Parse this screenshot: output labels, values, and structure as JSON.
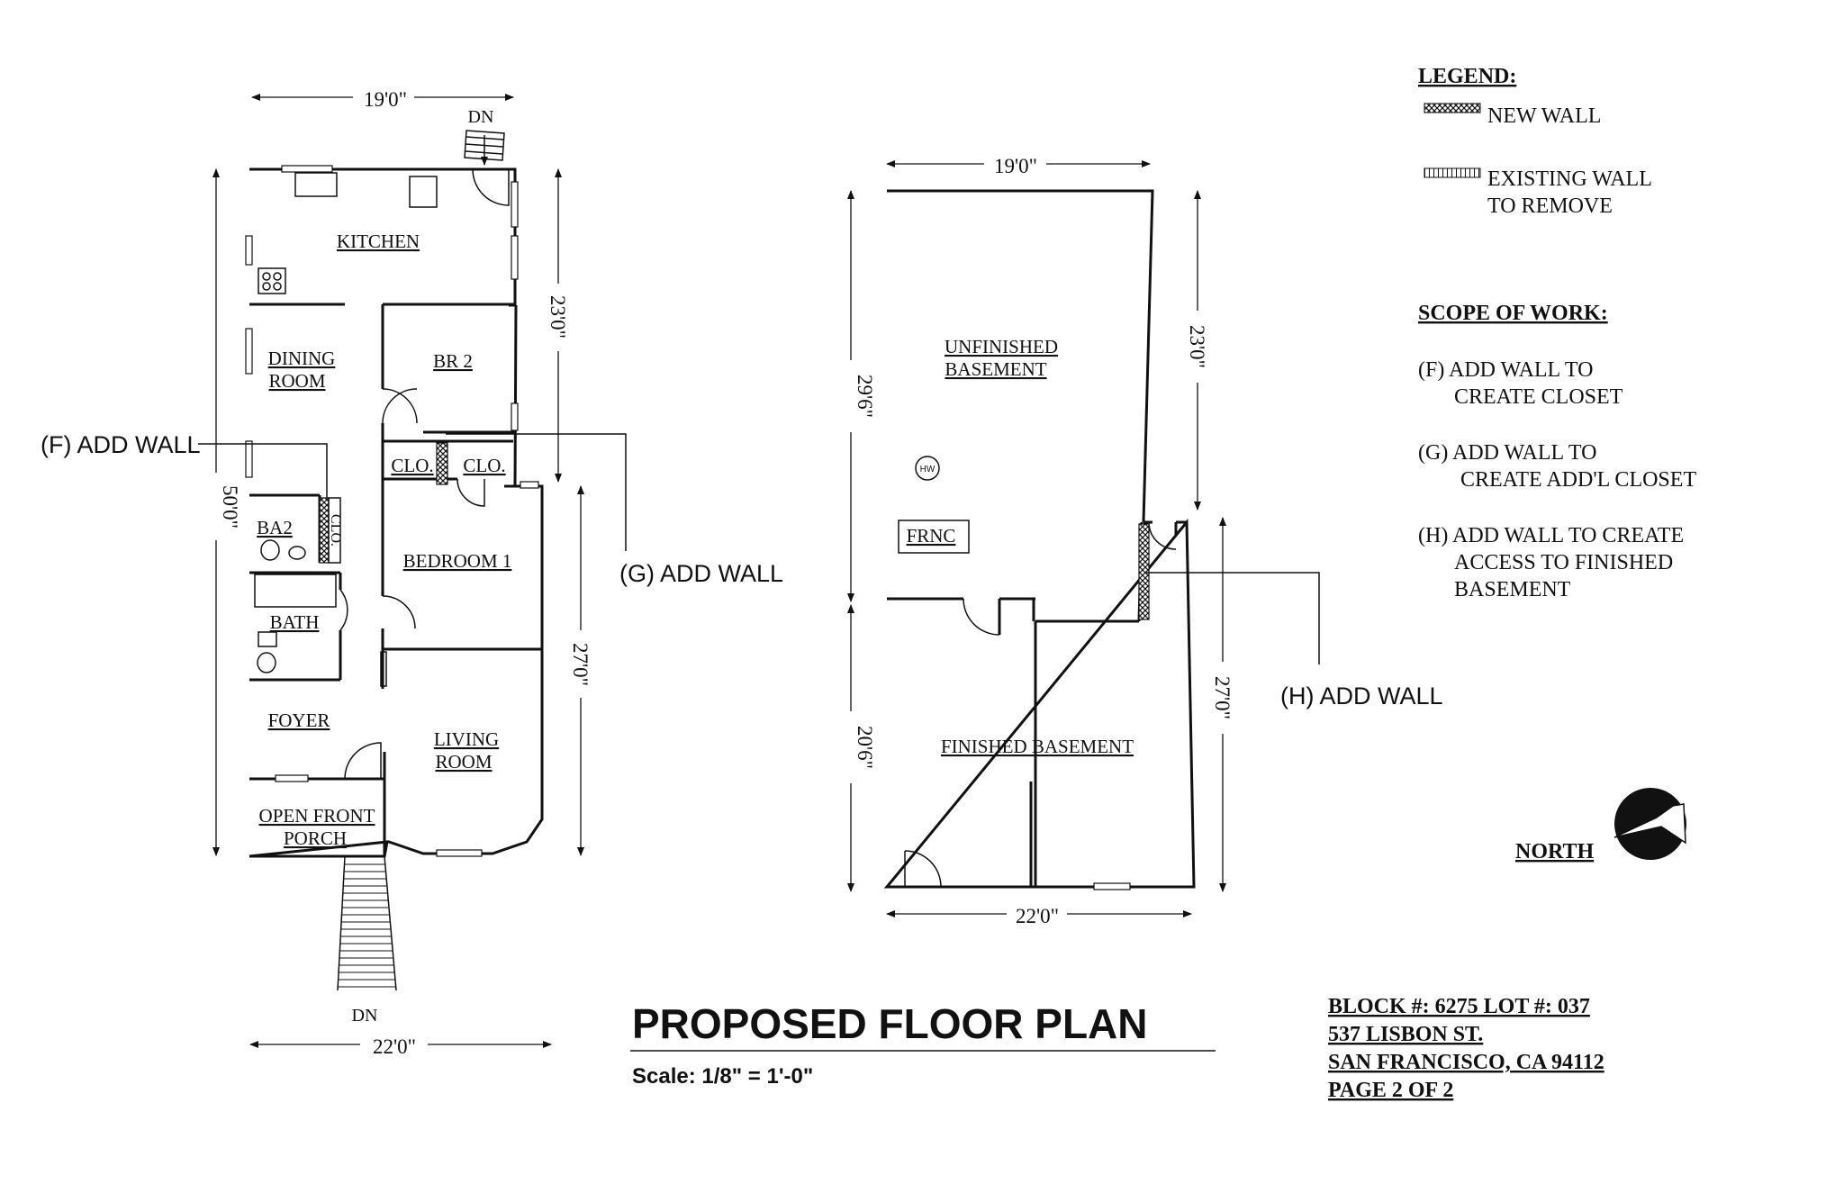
{
  "legend": {
    "title": "LEGEND:",
    "new_wall": "NEW WALL",
    "existing_wall_1": "EXISTING WALL",
    "existing_wall_2": "TO REMOVE"
  },
  "scope": {
    "title": "SCOPE OF WORK:",
    "f1": "(F)  ADD WALL TO",
    "f2": "CREATE CLOSET",
    "g1": "(G)  ADD WALL  TO",
    "g2": "CREATE ADD'L CLOSET",
    "h1": "(H) ADD WALL TO CREATE",
    "h2": "ACCESS TO FINISHED",
    "h3": "BASEMENT"
  },
  "main_floor": {
    "dim_top": "19'0\"",
    "dim_bottom": "22'0\"",
    "dim_left": "50'0\"",
    "dim_right_upper": "23'0\"",
    "dim_right_lower": "27'0\"",
    "stair_top": "DN",
    "stair_bottom": "DN",
    "rooms": {
      "kitchen": "KITCHEN",
      "dining_1": "DINING",
      "dining_2": "ROOM",
      "br2": "BR 2",
      "clo_left": "CLO.",
      "clo_right": "CLO.",
      "clo_vertical": "CLO.",
      "ba2": "BA2",
      "bedroom1": "BEDROOM 1",
      "bath": "BATH",
      "foyer": "FOYER",
      "living_1": "LIVING",
      "living_2": "ROOM",
      "porch_1": "OPEN FRONT",
      "porch_2": "PORCH"
    }
  },
  "basement": {
    "dim_top": "19'0\"",
    "dim_bottom": "22'0\"",
    "dim_left_upper": "29'6\"",
    "dim_left_lower": "20'6\"",
    "dim_right_upper": "23'0\"",
    "dim_right_lower": "27'0\"",
    "rooms": {
      "unfinished_1": "UNFINISHED",
      "unfinished_2": "BASEMENT",
      "hw": "HW",
      "frnc": "FRNC",
      "finished": "FINISHED BASEMENT"
    }
  },
  "callouts": {
    "f": "(F) ADD WALL",
    "g": "(G) ADD WALL",
    "h": "(H) ADD WALL"
  },
  "title": {
    "main": "PROPOSED FLOOR PLAN",
    "scale": "Scale: 1/8\" = 1'-0\""
  },
  "title_block": {
    "line1": "BLOCK #:  6275     LOT #: 037",
    "line2": "537 LISBON ST.",
    "line3": "SAN FRANCISCO, CA  94112",
    "line4": "PAGE 2 OF 2"
  },
  "north": {
    "label": "NORTH"
  }
}
